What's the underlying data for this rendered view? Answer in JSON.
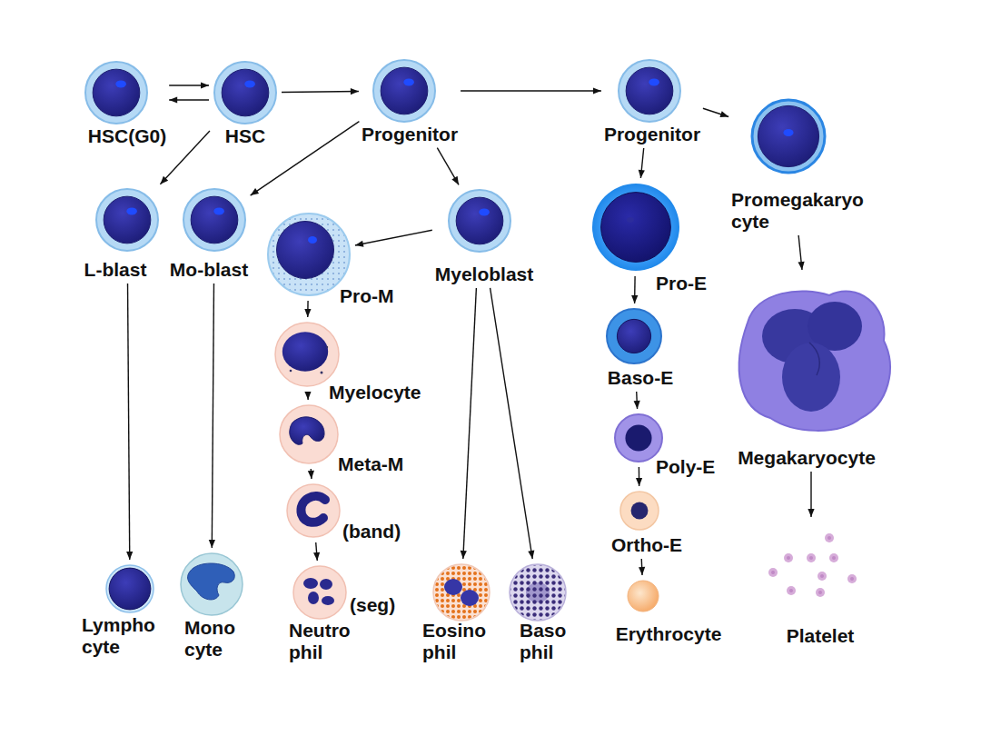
{
  "diagram": {
    "nodes": [
      {
        "text": [
          "HSC(G0)"
        ]
      },
      {
        "text": [
          "HSC"
        ]
      },
      {
        "text": [
          "Progenitor"
        ]
      },
      {
        "text": [
          "Progenitor"
        ]
      },
      {
        "text": [
          "Promegakaryo cyte"
        ]
      },
      {
        "text": [
          "L-blast"
        ]
      },
      {
        "text": [
          "Mo-blast"
        ]
      },
      {
        "text": [
          "Pro-M"
        ]
      },
      {
        "text": [
          "Myeloblast"
        ]
      },
      {
        "text": [
          "Pro-E"
        ]
      },
      {
        "text": [
          "Myelocyte"
        ]
      },
      {
        "text": [
          "Megakaryocyte"
        ]
      },
      {
        "text": [
          "Baso-E"
        ]
      },
      {
        "text": [
          "Meta-M"
        ]
      },
      {
        "text": [
          "Poly-E"
        ]
      },
      {
        "text": [
          "(band)"
        ]
      },
      {
        "text": [
          "Ortho-E"
        ]
      },
      {
        "text": [
          "Lympho cyte"
        ]
      },
      {
        "text": [
          "Mono cyte"
        ]
      },
      {
        "text": [
          "(seg)",
          "Neutro phil"
        ]
      },
      {
        "text": [
          "Eosino phil"
        ]
      },
      {
        "text": [
          "Baso phil"
        ]
      },
      {
        "text": [
          "Erythrocyte"
        ]
      },
      {
        "text": [
          "Platelet"
        ]
      }
    ],
    "edges": [
      {
        "from": 0,
        "to": 1,
        "arrow": "to"
      },
      {
        "from": 1,
        "to": 0,
        "arrow": "to"
      },
      {
        "from": 1,
        "to": 2,
        "arrow": "to"
      },
      {
        "from": 2,
        "to": 3,
        "arrow": "to"
      },
      {
        "from": 3,
        "to": 4,
        "arrow": "to"
      },
      {
        "from": 1,
        "to": 5,
        "arrow": "to"
      },
      {
        "from": 2,
        "to": 6,
        "arrow": "to"
      },
      {
        "from": 2,
        "to": 8,
        "arrow": "to"
      },
      {
        "from": 8,
        "to": 7,
        "arrow": "to"
      },
      {
        "from": 7,
        "to": 10,
        "arrow": "to"
      },
      {
        "from": 10,
        "to": 13,
        "arrow": "to"
      },
      {
        "from": 13,
        "to": 15,
        "arrow": "to"
      },
      {
        "from": 15,
        "to": 19,
        "arrow": "to"
      },
      {
        "from": 5,
        "to": 17,
        "arrow": "to"
      },
      {
        "from": 6,
        "to": 18,
        "arrow": "to"
      },
      {
        "from": 8,
        "to": 20,
        "arrow": "to"
      },
      {
        "from": 8,
        "to": 21,
        "arrow": "to"
      },
      {
        "from": 3,
        "to": 9,
        "arrow": "to"
      },
      {
        "from": 9,
        "to": 12,
        "arrow": "to"
      },
      {
        "from": 12,
        "to": 14,
        "arrow": "to"
      },
      {
        "from": 14,
        "to": 16,
        "arrow": "to"
      },
      {
        "from": 16,
        "to": 22,
        "arrow": "to"
      },
      {
        "from": 4,
        "to": 11,
        "arrow": "to"
      },
      {
        "from": 11,
        "to": 23,
        "arrow": "to"
      }
    ]
  }
}
